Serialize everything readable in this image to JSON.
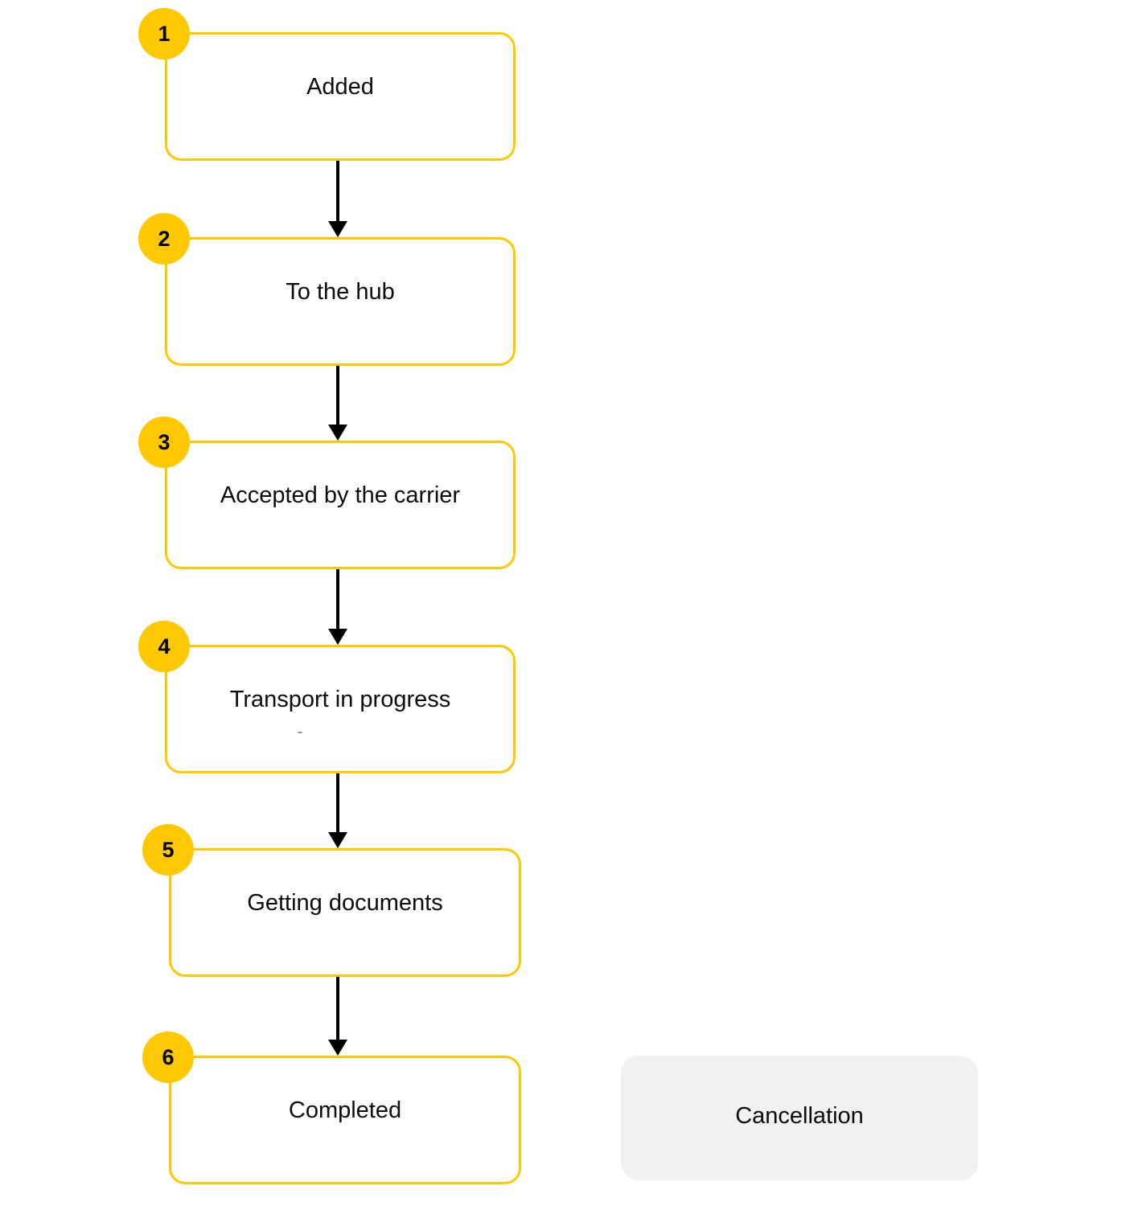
{
  "diagram": {
    "type": "flowchart",
    "orientation": "vertical",
    "accent_color": "#FFC800",
    "badge_text_color": "#000000",
    "node_fill": "#FFFFFF",
    "connector_color": "#000000",
    "steps": [
      {
        "number": "1",
        "label": "Added",
        "sublabel": ""
      },
      {
        "number": "2",
        "label": "To the hub",
        "sublabel": ""
      },
      {
        "number": "3",
        "label": "Accepted by the carrier",
        "sublabel": ""
      },
      {
        "number": "4",
        "label": "Transport in progress",
        "sublabel": "-"
      },
      {
        "number": "5",
        "label": "Getting documents",
        "sublabel": ""
      },
      {
        "number": "6",
        "label": "Completed",
        "sublabel": ""
      }
    ],
    "side_block": {
      "label": "Cancellation",
      "background": "#F1F1F1"
    }
  }
}
